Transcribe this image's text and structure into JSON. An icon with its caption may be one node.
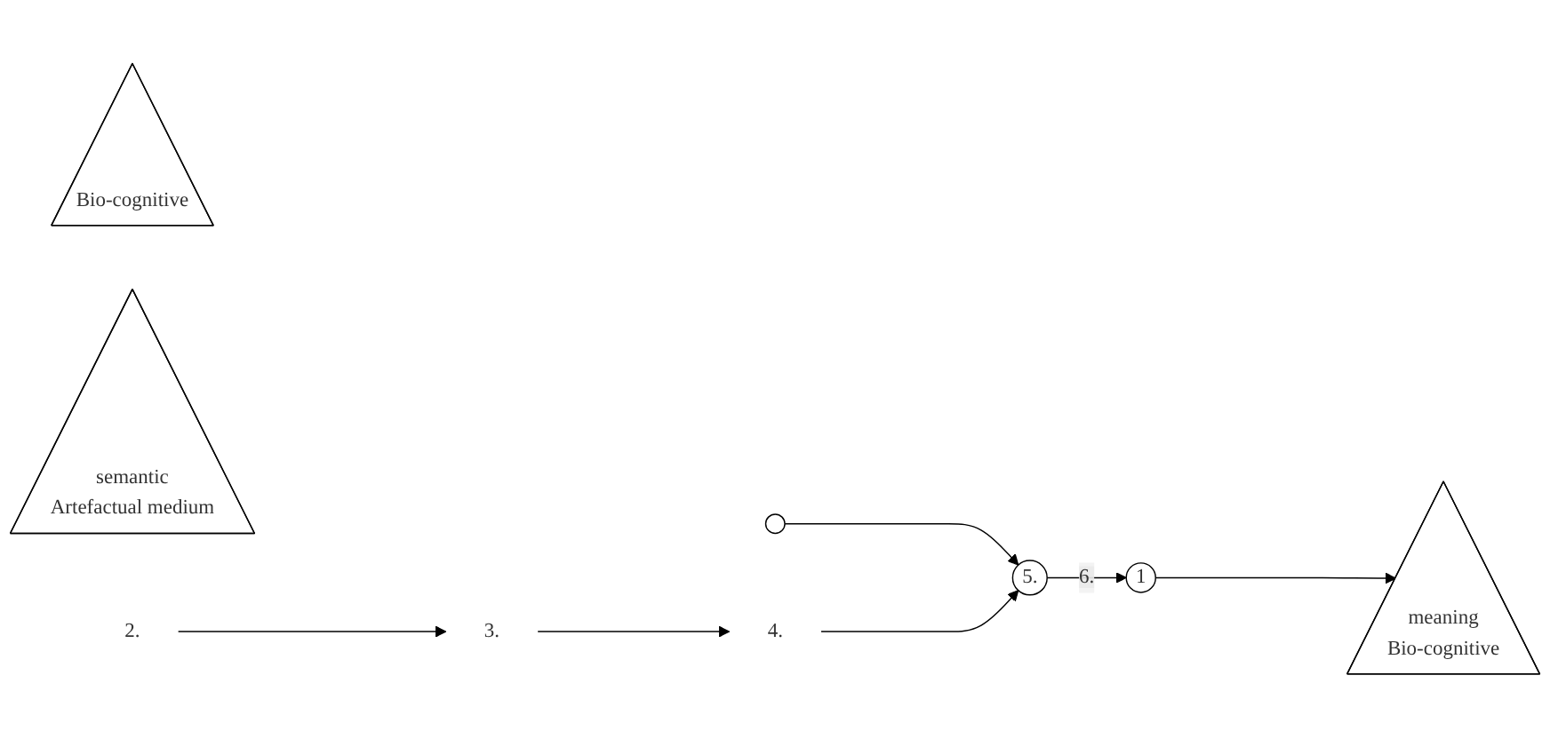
{
  "diagram": {
    "nodes": [
      {
        "text": [
          "Bio-cognitive"
        ]
      },
      {
        "text": [],
        "shape": "circle"
      },
      {
        "text": [
          "5."
        ]
      },
      {
        "text": [
          "semantic",
          "Artefactual medium"
        ]
      },
      {
        "text": [
          "3."
        ]
      },
      {
        "text": [
          "4."
        ]
      },
      {
        "text": [
          "1"
        ]
      },
      {
        "text": [
          "meaning",
          "Bio-cognitive"
        ]
      },
      {
        "text": [
          "2."
        ]
      }
    ],
    "edges": [
      {
        "from": 1,
        "to": 2,
        "arrow": "to"
      },
      {
        "from": 2,
        "to": 6,
        "arrow": "to",
        "label": "6."
      },
      {
        "from": 6,
        "to": 7,
        "arrow": "to"
      },
      {
        "from": 8,
        "to": 4,
        "arrow": "to"
      },
      {
        "from": 4,
        "to": 5,
        "arrow": "to"
      },
      {
        "from": 5,
        "to": 2,
        "arrow": "to"
      }
    ]
  }
}
